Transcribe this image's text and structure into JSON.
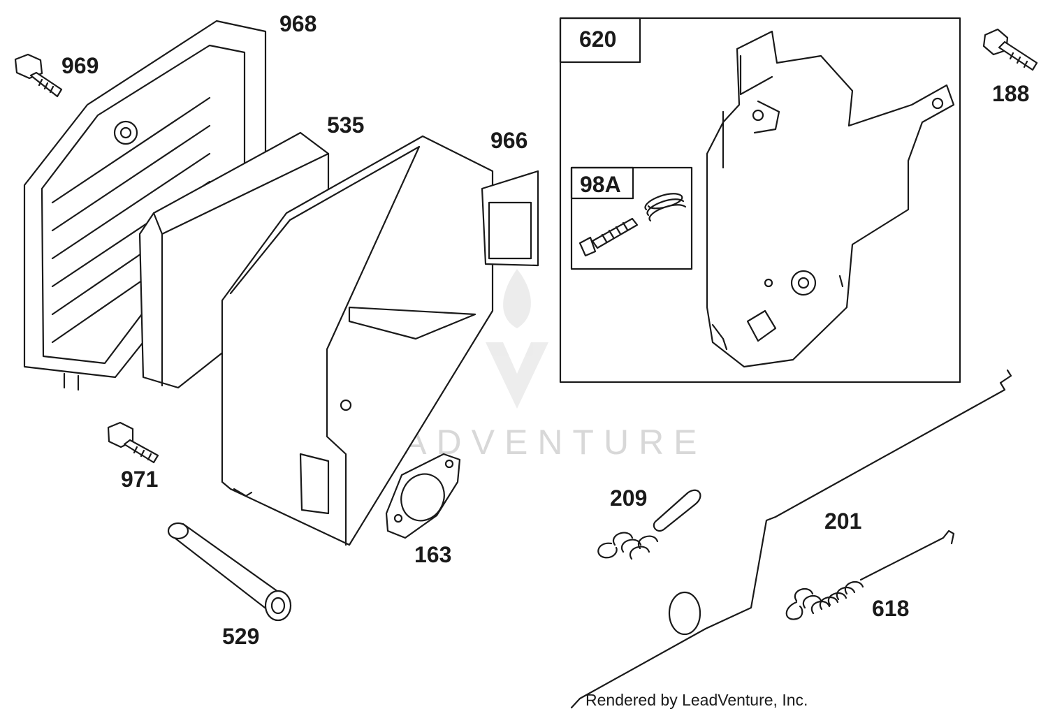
{
  "watermark": {
    "text": "LEADVENTURE"
  },
  "footer": {
    "credit": "Rendered by LeadVenture, Inc."
  },
  "callouts": {
    "p968": "968",
    "p969": "969",
    "p535": "535",
    "p966": "966",
    "p620": "620",
    "p98a": "98A",
    "p188": "188",
    "p971": "971",
    "p163": "163",
    "p529": "529",
    "p209": "209",
    "p201": "201",
    "p618": "618"
  }
}
